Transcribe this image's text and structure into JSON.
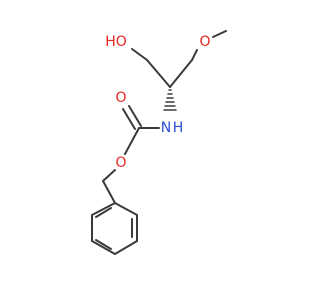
{
  "molecule": {
    "labels": {
      "ho": "HO",
      "o_methoxy": "O",
      "nh_n": "N",
      "nh_h": "H",
      "o_carbonyl": "O",
      "o_ester": "O"
    },
    "colors": {
      "bond": "#3a3a3a",
      "oxygen": "#e8251f",
      "nitrogen": "#2a4fd6"
    }
  }
}
